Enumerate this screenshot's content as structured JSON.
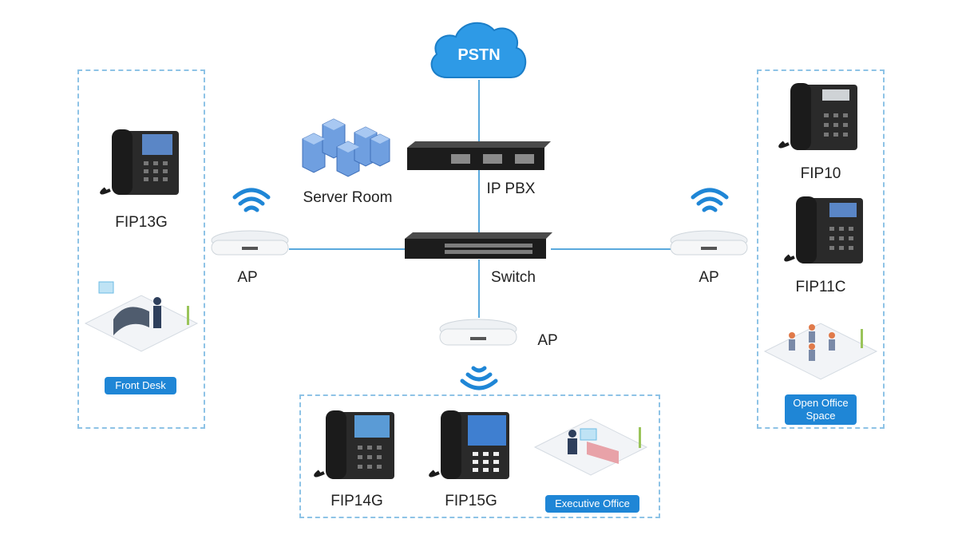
{
  "cloud": {
    "label": "PSTN"
  },
  "core": {
    "pbx_label": "IP PBX",
    "switch_label": "Switch",
    "server_label": "Server Room"
  },
  "access_points": {
    "left": "AP",
    "right": "AP",
    "bottom": "AP"
  },
  "zones": {
    "front_desk": {
      "tag": "Front Desk",
      "phones": [
        "FIP13G"
      ]
    },
    "open_office": {
      "tag_line1": "Open Office",
      "tag_line2": "Space",
      "phones": [
        "FIP10",
        "FIP11C"
      ]
    },
    "executive": {
      "tag": "Executive Office",
      "phones": [
        "FIP14G",
        "FIP15G"
      ]
    }
  },
  "colors": {
    "accent": "#1f86d6",
    "line": "#5aa9dd",
    "dash": "#8ec3e6",
    "device": "#1e1e1e"
  },
  "icons": [
    "cloud-icon",
    "server-rack-icon",
    "pbx-icon",
    "switch-icon",
    "access-point-icon",
    "wifi-icon",
    "desk-phone-icon"
  ]
}
